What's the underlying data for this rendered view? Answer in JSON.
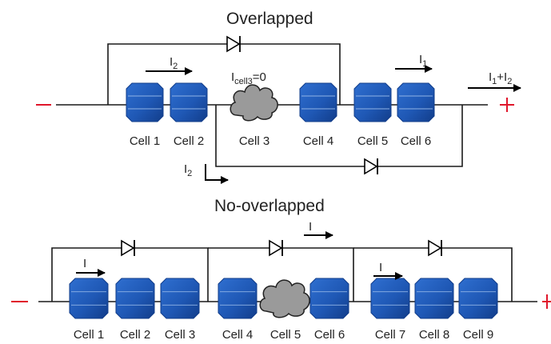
{
  "overlapped": {
    "title": "Overlapped",
    "cells": [
      "Cell 1",
      "Cell 2",
      "Cell 3",
      "Cell 4",
      "Cell 5",
      "Cell 6"
    ],
    "shaded_cell": "Cell 3",
    "current_i2": {
      "main": "I",
      "sub": "2"
    },
    "current_cell3": {
      "main": "I",
      "sub": "cell3",
      "suffix": "=0"
    },
    "current_i1": {
      "main": "I",
      "sub": "1"
    },
    "current_total": {
      "p1": "I",
      "s1": "1",
      "plus": "+I",
      "s2": "2"
    },
    "current_i2_lower": {
      "main": "I",
      "sub": "2"
    },
    "terminal_negative": "−",
    "terminal_positive": "+"
  },
  "no_overlapped": {
    "title": "No-overlapped",
    "cells": [
      "Cell 1",
      "Cell 2",
      "Cell 3",
      "Cell 4",
      "Cell 5",
      "Cell 6",
      "Cell 7",
      "Cell 8",
      "Cell 9"
    ],
    "shaded_cell": "Cell 5",
    "current_labels": [
      "I",
      "I",
      "I"
    ]
  },
  "colors": {
    "cell_blue": "#1f58b5",
    "cell_dark": "#123d8a",
    "cell_line": "#8fb3e6",
    "shade_cloud": "#9a9a9a",
    "terminal_red": "#e0162b",
    "wire": "#1a1a1a"
  },
  "icons": [
    "solar-cell-icon",
    "bypass-diode-icon",
    "shading-cloud-icon",
    "current-arrow-icon"
  ]
}
